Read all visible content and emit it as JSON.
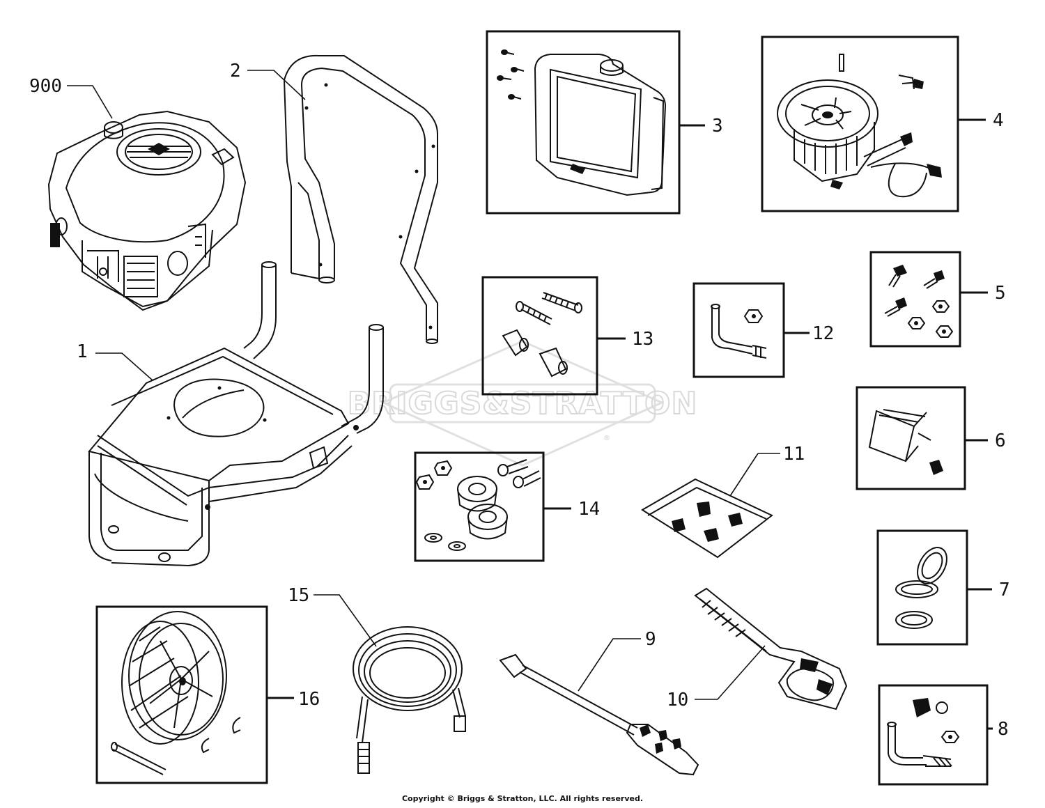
{
  "watermark": {
    "text": "BRIGGS&STRATTON",
    "mark": "®"
  },
  "copyright": "Copyright © Briggs & Stratton, LLC. All rights reserved.",
  "callouts": [
    {
      "label": "900",
      "part": "engine"
    },
    {
      "label": "2",
      "part": "handle"
    },
    {
      "label": "3",
      "part": "detergent-tank-kit"
    },
    {
      "label": "4",
      "part": "pump-kit"
    },
    {
      "label": "5",
      "part": "bolt-nut-kit"
    },
    {
      "label": "6",
      "part": "gun-holder-kit"
    },
    {
      "label": "7",
      "part": "cap-gasket-kit"
    },
    {
      "label": "8",
      "part": "handle-knob-kit"
    },
    {
      "label": "9",
      "part": "spray-lance"
    },
    {
      "label": "10",
      "part": "spray-gun"
    },
    {
      "label": "11",
      "part": "nozzle-bag"
    },
    {
      "label": "12",
      "part": "pin-nut-kit"
    },
    {
      "label": "13",
      "part": "handle-bolt-knob-kit"
    },
    {
      "label": "14",
      "part": "foot-bolt-kit"
    },
    {
      "label": "15",
      "part": "high-pressure-hose"
    },
    {
      "label": "16",
      "part": "wheel-kit"
    },
    {
      "label": "1",
      "part": "frame"
    }
  ]
}
